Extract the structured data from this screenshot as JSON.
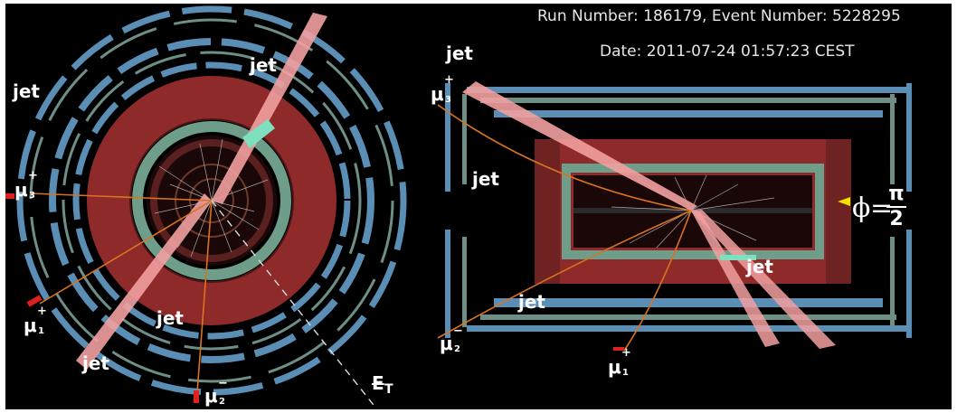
{
  "header": {
    "run_event": "Run Number: 186179, Event Number: 5228295",
    "date": "Date: 2011-07-24 01:57:23 CEST"
  },
  "left_view": {
    "jets": [
      "jet",
      "jet",
      "jet",
      "jet"
    ],
    "mu3": {
      "symbol": "μ",
      "charge": "+",
      "index": "3"
    },
    "mu1": {
      "symbol": "μ",
      "charge": "+",
      "index": "1"
    },
    "mu2": {
      "symbol": "μ",
      "charge": "−",
      "index": "2"
    },
    "met": {
      "symbol": "E",
      "index": "T"
    }
  },
  "right_view": {
    "jets": [
      "jet",
      "jet",
      "jet",
      "jet"
    ],
    "mu3": {
      "symbol": "μ",
      "charge": "+",
      "index": "3"
    },
    "mu2": {
      "symbol": "μ",
      "charge": "−",
      "index": "2"
    },
    "mu1": {
      "symbol": "μ",
      "charge": "+",
      "index": "1"
    },
    "phi": {
      "symbol": "ϕ",
      "equals": "=",
      "num": "π",
      "den": "2"
    }
  },
  "colors": {
    "background": "#000000",
    "hcal": "#8f2a2a",
    "inner_det": "#6e9e8a",
    "muon_chamber": "#5b8eb5",
    "jet_cone": "#f2a0a0",
    "muon_track": "#d9731f",
    "met_line": "#dddddd"
  }
}
